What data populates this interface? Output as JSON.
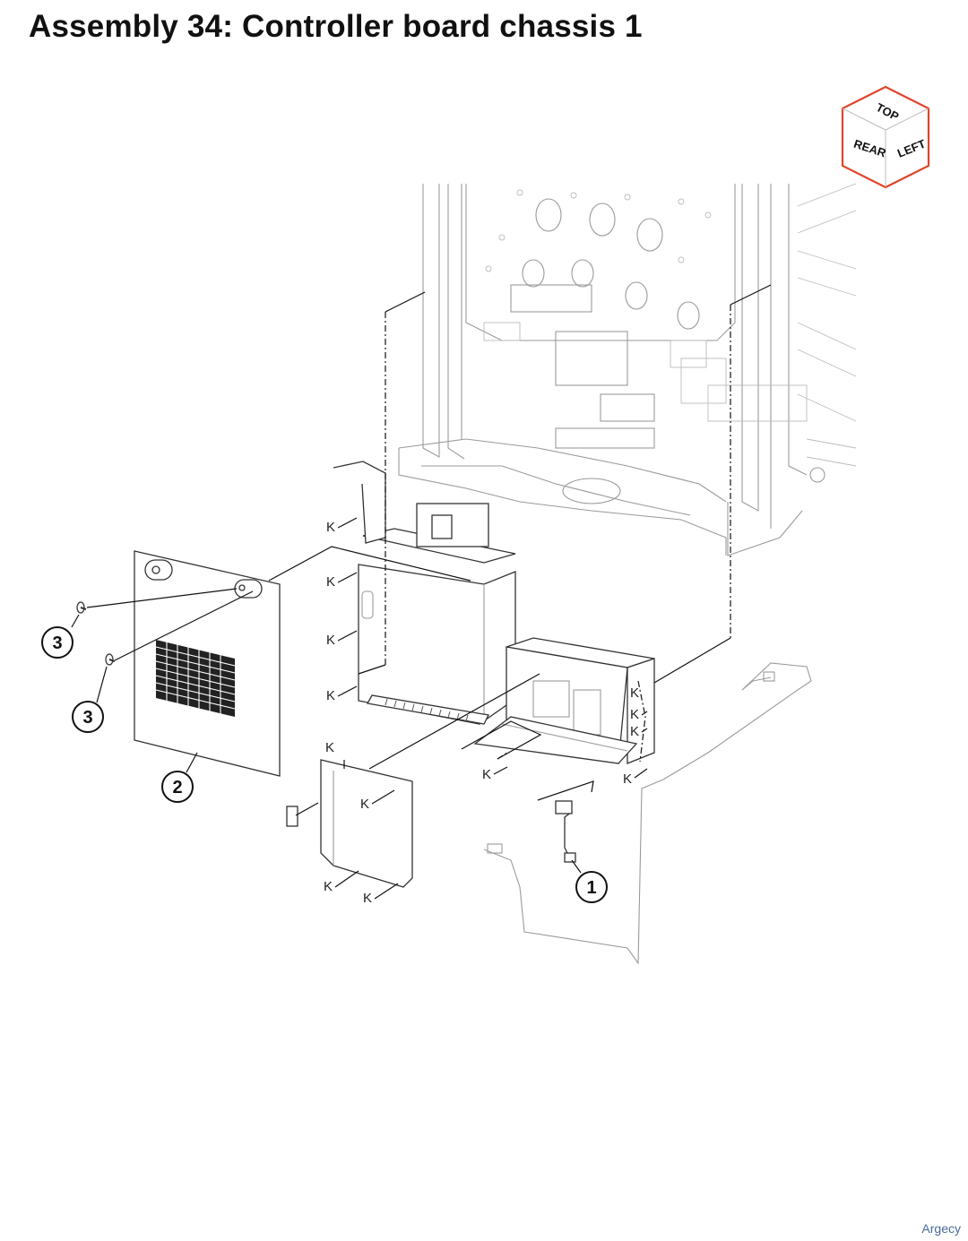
{
  "title": "Assembly 34: Controller board chassis 1",
  "orientation_cube": {
    "top": "TOP",
    "rear": "REAR",
    "left": "LEFT",
    "border_color": "#e0452b"
  },
  "callouts": [
    {
      "id": "c1",
      "label": "1"
    },
    {
      "id": "c2",
      "label": "2"
    },
    {
      "id": "c3a",
      "label": "3"
    },
    {
      "id": "c3b",
      "label": "3"
    }
  ],
  "k_label": "K",
  "watermark": "Argecy"
}
